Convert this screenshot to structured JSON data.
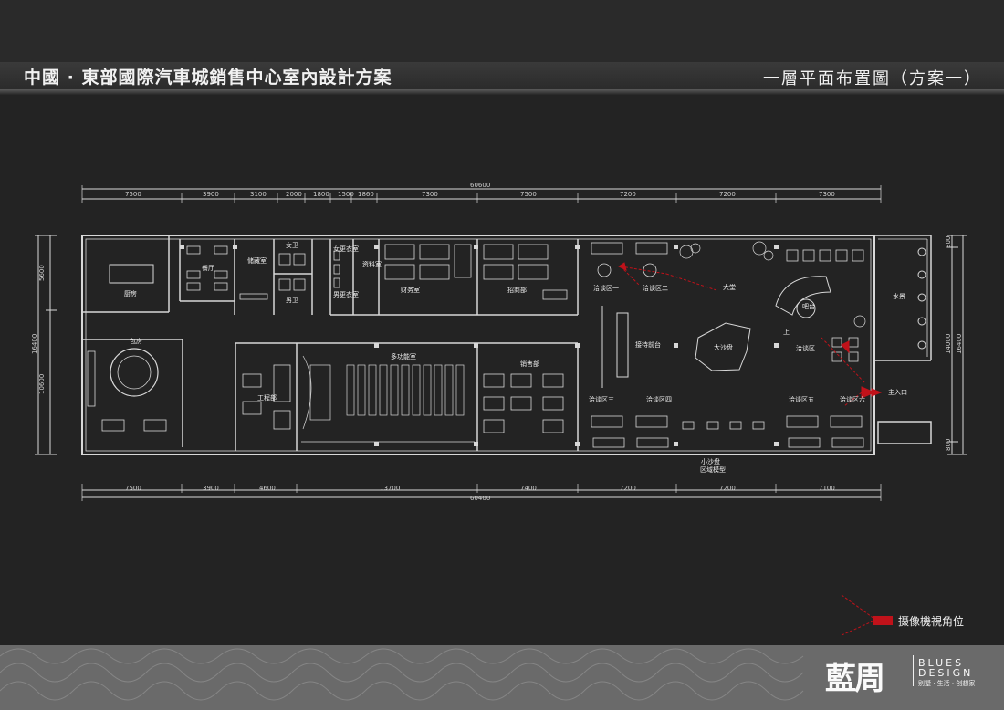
{
  "header": {
    "title": "中國 · 東部國際汽車城銷售中心室內設計方案",
    "sheet_title": "一層平面布置圖（方案一）"
  },
  "dimensions": {
    "top_total": "60600",
    "top_segments": [
      "7500",
      "3900",
      "3100",
      "2000",
      "1800",
      "1500",
      "1860",
      "7300",
      "7500",
      "7200",
      "7200",
      "7300"
    ],
    "bottom_total": "60400",
    "bottom_segments": [
      "7500",
      "3900",
      "4600",
      "13700",
      "7400",
      "7200",
      "7200",
      "7100"
    ],
    "left_outer": "16400",
    "left_top": "5600",
    "left_bottom": "10600",
    "right_top": "800",
    "right_mid": "14000",
    "right_mid2": "16400",
    "right_bottom": "800"
  },
  "rooms": [
    {
      "key": "kitchen",
      "label": "厨房"
    },
    {
      "key": "restaurant",
      "label": "餐厅"
    },
    {
      "key": "storage",
      "label": "储藏室"
    },
    {
      "key": "women_wc",
      "label": "女卫"
    },
    {
      "key": "men_wc",
      "label": "男卫"
    },
    {
      "key": "women_locker",
      "label": "女更衣室"
    },
    {
      "key": "men_locker",
      "label": "男更衣室"
    },
    {
      "key": "archive",
      "label": "资料室"
    },
    {
      "key": "finance",
      "label": "财务室"
    },
    {
      "key": "business",
      "label": "招商部"
    },
    {
      "key": "private_room",
      "label": "包房"
    },
    {
      "key": "engineering",
      "label": "工程部"
    },
    {
      "key": "multi_function",
      "label": "多功能室"
    },
    {
      "key": "sales",
      "label": "销售部"
    },
    {
      "key": "nego1",
      "label": "洽谈区一"
    },
    {
      "key": "nego2",
      "label": "洽谈区二"
    },
    {
      "key": "hall",
      "label": "大堂"
    },
    {
      "key": "reception",
      "label": "接待前台"
    },
    {
      "key": "sandtable",
      "label": "大沙盘"
    },
    {
      "key": "nego3",
      "label": "洽谈区三"
    },
    {
      "key": "nego4",
      "label": "洽谈区四"
    },
    {
      "key": "bar",
      "label": "吧台"
    },
    {
      "key": "up",
      "label": "上"
    },
    {
      "key": "nego_area",
      "label": "洽谈区"
    },
    {
      "key": "nego5",
      "label": "洽谈区五"
    },
    {
      "key": "nego6",
      "label": "洽谈区六"
    },
    {
      "key": "water",
      "label": "水景"
    },
    {
      "key": "entrance",
      "label": "主入口"
    },
    {
      "key": "small_sand",
      "label": "小沙盘"
    },
    {
      "key": "region_model",
      "label": "区域模型"
    }
  ],
  "legend": {
    "label": "摄像機視角位"
  },
  "brand": {
    "cn": "藍周",
    "en_line1": "BLUES",
    "en_line2": "DESIGN",
    "tagline": "别墅 · 生活 · 创想家"
  },
  "colors": {
    "background": "#232323",
    "lines": "#d8d8d8",
    "camera": "#c0121a",
    "bottom_band": "#6a6a6a"
  }
}
